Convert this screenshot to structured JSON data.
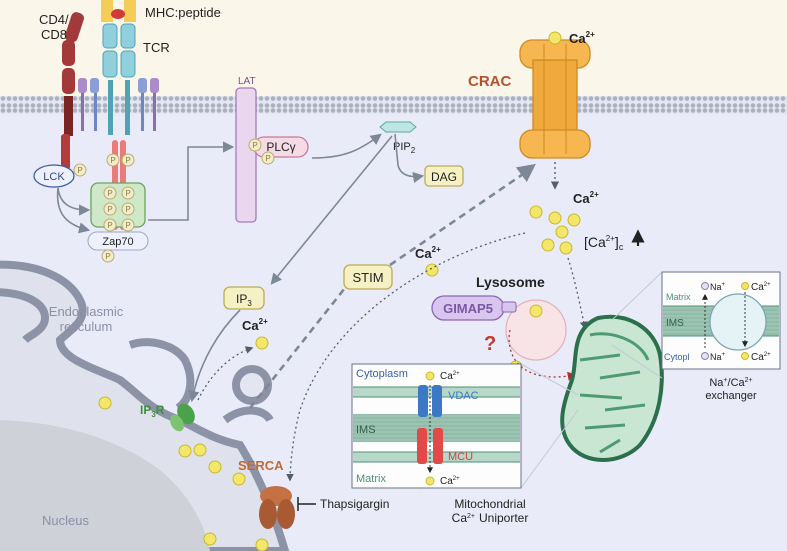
{
  "labels": {
    "cd4_cd8_line1": "CD4/",
    "cd4_cd8_line2": "CD8",
    "mhc_peptide": "MHC:peptide",
    "tcr": "TCR",
    "lck": "LCK",
    "zap70": "Zap70",
    "lat": "LAT",
    "plcg": "PLCγ",
    "pip2": "PIP",
    "pip2_sub": "2",
    "dag": "DAG",
    "ip3": "IP",
    "ip3_sub": "3",
    "ip3r": "IP",
    "ip3r_sub": "3",
    "ip3r_tail": "R",
    "crac": "CRAC",
    "stim": "STIM",
    "ca": "Ca",
    "ca_charge": "2+",
    "cytosolic_ca_open": "[Ca",
    "cytosolic_ca_close": "]",
    "cytosolic_ca_sub": "c",
    "lysosome": "Lysosome",
    "gimap5": "GIMAP5",
    "question": "?",
    "er_line1": "Endoplasmic",
    "er_line2": "reticulum",
    "nucleus": "Nucleus",
    "serca": "SERCA",
    "thapsigargin": "Thapsigargin",
    "phospho": "P"
  },
  "uniporter_inset": {
    "cytoplasm": "Cytoplasm",
    "ims": "IMS",
    "matrix": "Matrix",
    "vdac": "VDAC",
    "mcu": "MCU",
    "caption_line1": "Mitochondrial",
    "caption_line2_a": "Ca",
    "caption_line2_b": "Uniporter"
  },
  "exchanger_inset": {
    "matrix": "Matrix",
    "ims": "IMS",
    "cytopl": "Cytopl",
    "na": "Na",
    "na_charge": "+",
    "caption_line1_a": "Na",
    "caption_line1_b": "/Ca",
    "caption_line2": "exchanger"
  },
  "colors": {
    "background": "#e9ecf8",
    "membrane": "#9aa3b8",
    "calcium": "#f3e66a",
    "crac": "#f0a93c",
    "mitochondria": "#6fae8b",
    "er": "#8d93a6",
    "accent_red": "#c0392b"
  }
}
